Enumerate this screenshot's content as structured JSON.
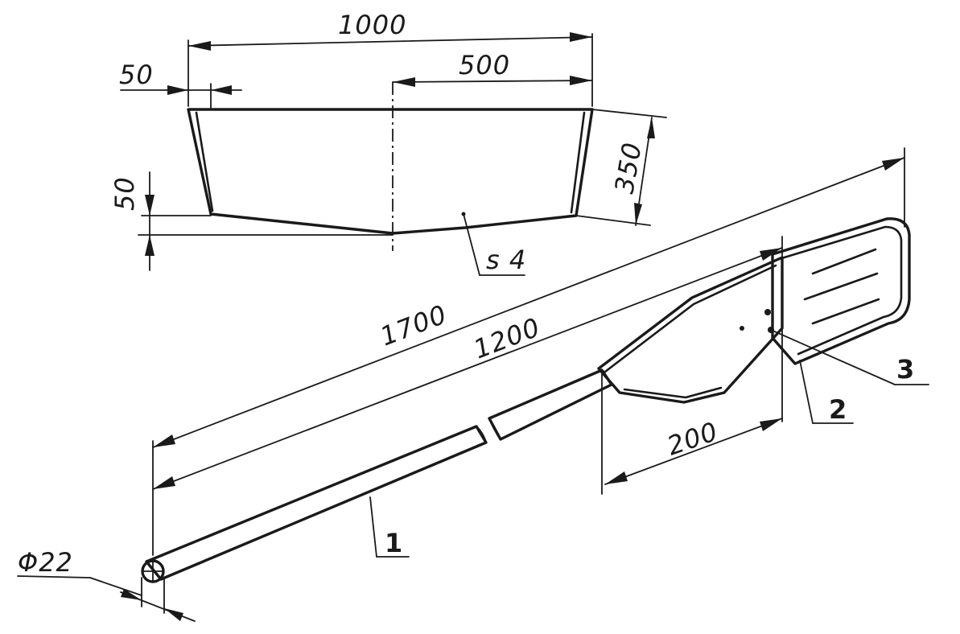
{
  "blade_sketch": {
    "dim_width_total": "1000",
    "dim_half_width": "500",
    "dim_edge_offset": "50",
    "dim_height": "350",
    "dim_curve_depth": "50",
    "material_thickness": "s 4"
  },
  "oar_sketch": {
    "dim_total_length": "1700",
    "dim_shaft_to_plate": "1200",
    "dim_plate_length": "200",
    "dim_shaft_diameter": "Φ22",
    "callout_shaft": "1",
    "callout_plate": "2",
    "callout_rivet": "3"
  }
}
